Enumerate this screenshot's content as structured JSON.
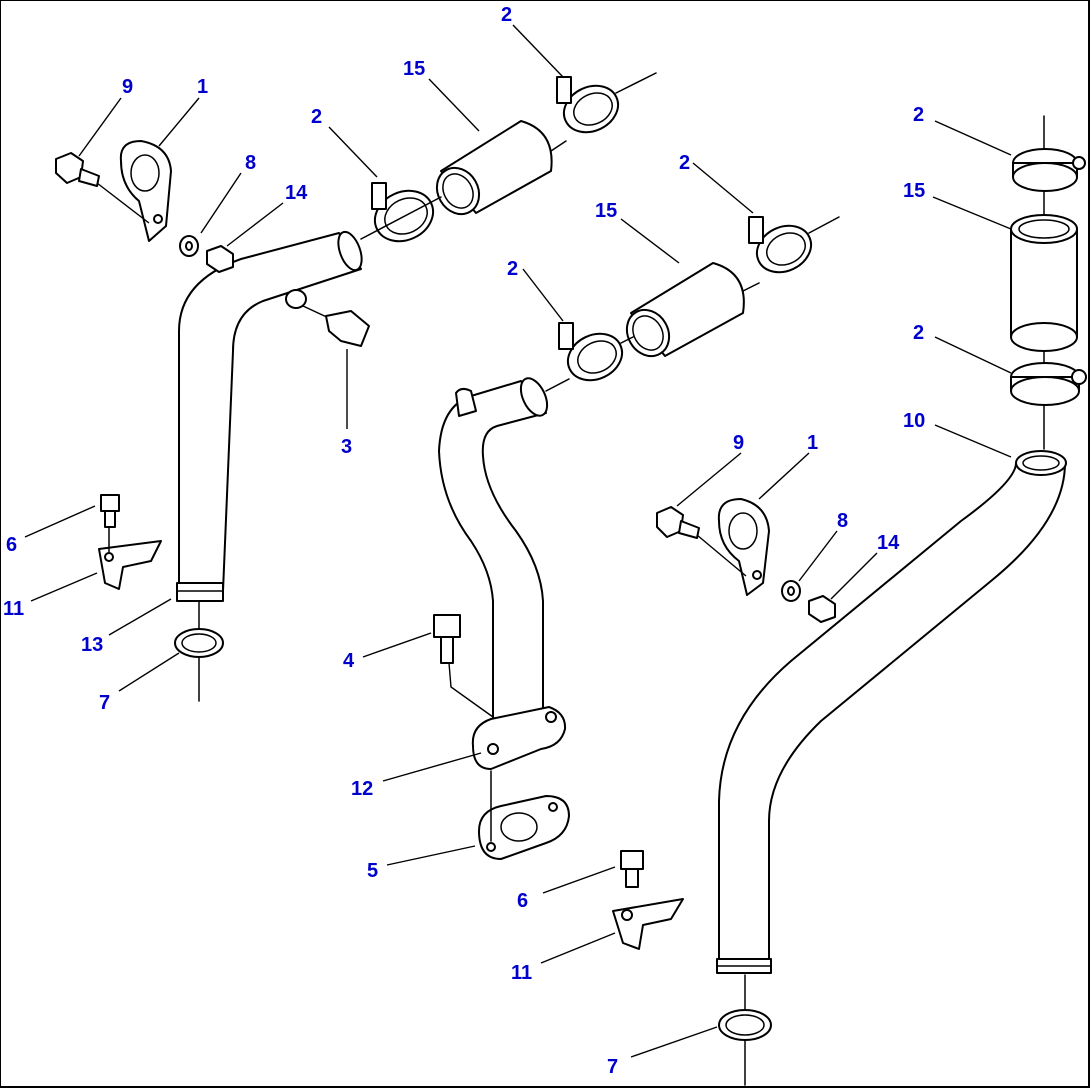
{
  "diagram": {
    "callouts": [
      {
        "id": "c1",
        "label": "9"
      },
      {
        "id": "c2",
        "label": "1"
      },
      {
        "id": "c3",
        "label": "8"
      },
      {
        "id": "c4",
        "label": "14"
      },
      {
        "id": "c5",
        "label": "2"
      },
      {
        "id": "c6",
        "label": "15"
      },
      {
        "id": "c7",
        "label": "2"
      },
      {
        "id": "c8",
        "label": "3"
      },
      {
        "id": "c9",
        "label": "6"
      },
      {
        "id": "c10",
        "label": "11"
      },
      {
        "id": "c11",
        "label": "13"
      },
      {
        "id": "c12",
        "label": "7"
      },
      {
        "id": "c13",
        "label": "2"
      },
      {
        "id": "c14",
        "label": "15"
      },
      {
        "id": "c15",
        "label": "2"
      },
      {
        "id": "c16",
        "label": "4"
      },
      {
        "id": "c17",
        "label": "12"
      },
      {
        "id": "c18",
        "label": "5"
      },
      {
        "id": "c19",
        "label": "9"
      },
      {
        "id": "c20",
        "label": "1"
      },
      {
        "id": "c21",
        "label": "8"
      },
      {
        "id": "c22",
        "label": "14"
      },
      {
        "id": "c23",
        "label": "6"
      },
      {
        "id": "c24",
        "label": "11"
      },
      {
        "id": "c25",
        "label": "2"
      },
      {
        "id": "c26",
        "label": "15"
      },
      {
        "id": "c27",
        "label": "2"
      },
      {
        "id": "c28",
        "label": "10"
      },
      {
        "id": "c29",
        "label": "7"
      }
    ]
  }
}
